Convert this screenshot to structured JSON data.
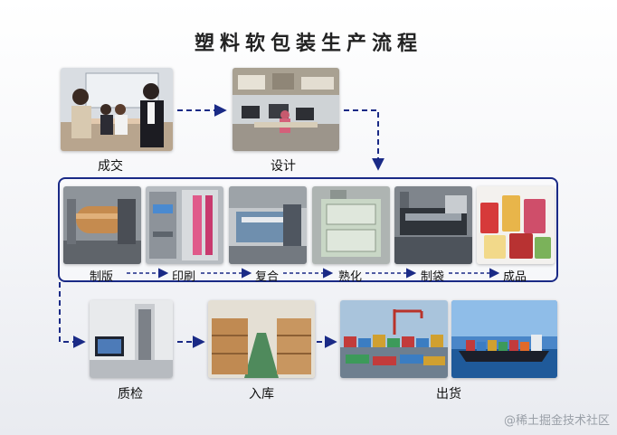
{
  "title": "塑料软包装生产流程",
  "top_steps": [
    {
      "id": "deal",
      "label": "成交"
    },
    {
      "id": "design",
      "label": "设计"
    }
  ],
  "process_steps": [
    {
      "id": "plate",
      "label": "制版"
    },
    {
      "id": "print",
      "label": "印刷"
    },
    {
      "id": "laminate",
      "label": "复合"
    },
    {
      "id": "cure",
      "label": "熟化"
    },
    {
      "id": "bagmaking",
      "label": "制袋"
    },
    {
      "id": "finished",
      "label": "成品"
    }
  ],
  "bottom_steps": [
    {
      "id": "inspect",
      "label": "质检"
    },
    {
      "id": "warehouse",
      "label": "入库"
    },
    {
      "id": "ship",
      "label": "出货"
    }
  ],
  "watermark": "@稀土掘金技术社区",
  "colors": {
    "frame": "#1a2a86",
    "arrow": "#1a2a86"
  }
}
